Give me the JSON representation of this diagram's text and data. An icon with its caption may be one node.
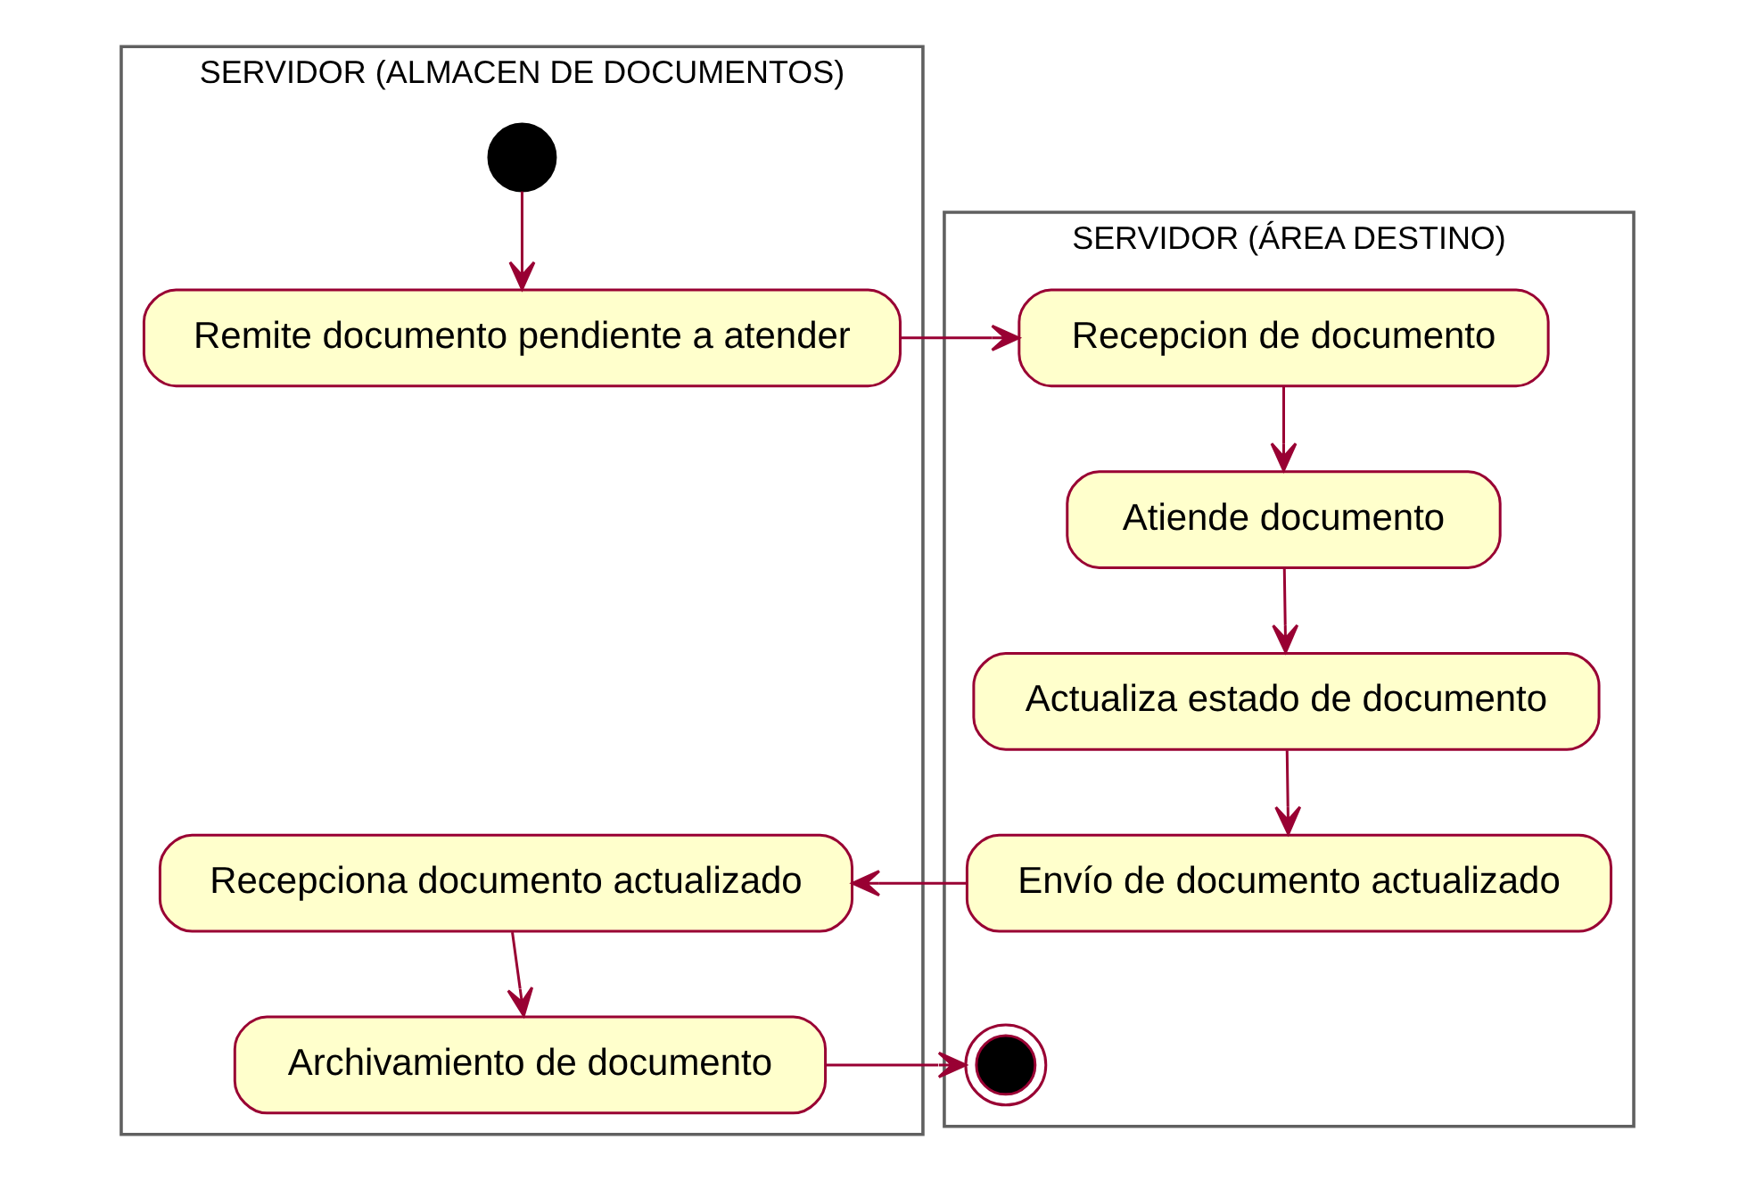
{
  "diagram": {
    "nodes": [
      {
        "text": [
          "SERVIDOR (ALMACEN DE DOCUMENTOS)"
        ]
      },
      {
        "text": [
          "SERVIDOR (ÁREA DESTINO)"
        ]
      },
      {
        "text": [],
        "shape": "circle",
        "in": 0
      },
      {
        "text": [
          "Remite documento pendiente a atender"
        ],
        "in": 0
      },
      {
        "text": [
          "Recepcion de documento"
        ],
        "in": 1
      },
      {
        "text": [
          "Atiende documento"
        ],
        "in": 1
      },
      {
        "text": [
          "Actualiza estado de documento"
        ],
        "in": 1
      },
      {
        "text": [
          "Envío de documento actualizado"
        ],
        "in": 1
      },
      {
        "text": [
          "Recepciona documento actualizado"
        ],
        "in": 0
      },
      {
        "text": [
          "Archivamiento de documento"
        ],
        "in": 0
      },
      {
        "text": [],
        "shape": "circle",
        "in": 1
      }
    ],
    "edges": [
      {
        "from": 2,
        "to": 3,
        "arrow": "to"
      },
      {
        "from": 3,
        "to": 4,
        "arrow": "to"
      },
      {
        "from": 4,
        "to": 5,
        "arrow": "to"
      },
      {
        "from": 5,
        "to": 6,
        "arrow": "to"
      },
      {
        "from": 6,
        "to": 7,
        "arrow": "to"
      },
      {
        "from": 7,
        "to": 8,
        "arrow": "to"
      },
      {
        "from": 8,
        "to": 9,
        "arrow": "to"
      },
      {
        "from": 9,
        "to": 10,
        "arrow": "to"
      }
    ]
  }
}
